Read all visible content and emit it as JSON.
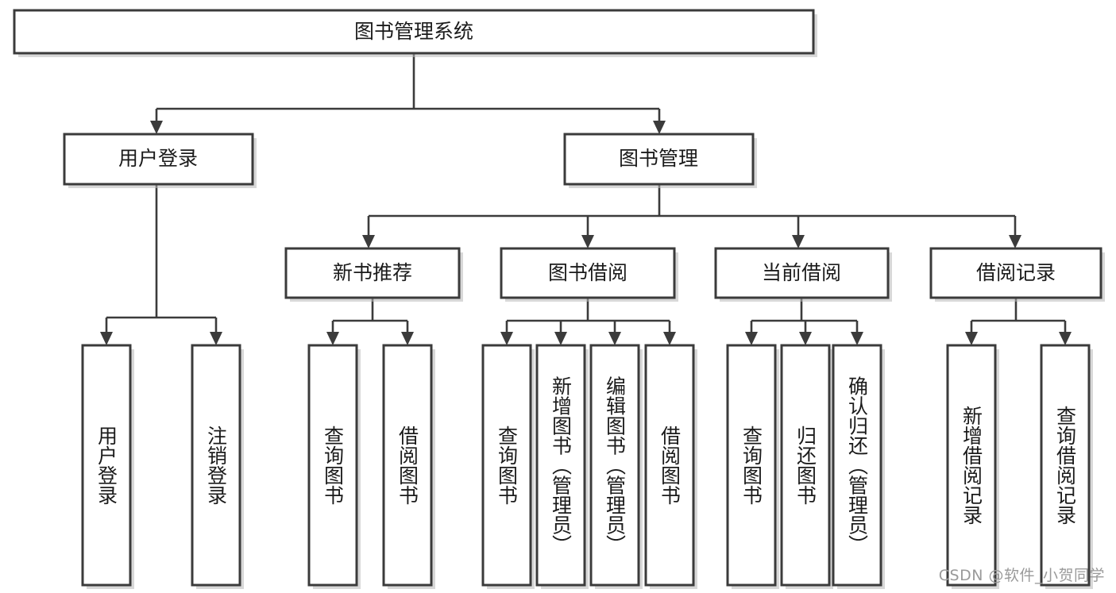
{
  "diagram": {
    "type": "tree",
    "title": "图书管理系统",
    "watermark": "CSDN @软件_小贺同学",
    "accent_color": "#3b3b3b",
    "background_color": "#ffffff",
    "nodes": {
      "root": {
        "label": "图书管理系统"
      },
      "level2": [
        {
          "id": "user-login",
          "label": "用户登录"
        },
        {
          "id": "book-manage",
          "label": "图书管理"
        }
      ],
      "level3": [
        {
          "id": "new-book-rec",
          "label": "新书推荐",
          "parent": "book-manage"
        },
        {
          "id": "book-borrow",
          "label": "图书借阅",
          "parent": "book-manage"
        },
        {
          "id": "current-borrow",
          "label": "当前借阅",
          "parent": "book-manage"
        },
        {
          "id": "borrow-record",
          "label": "借阅记录",
          "parent": "book-manage"
        }
      ],
      "leaves": [
        {
          "id": "leaf-user-login",
          "label": "用户登录",
          "parent": "user-login"
        },
        {
          "id": "leaf-user-logout",
          "label": "注销登录",
          "parent": "user-login"
        },
        {
          "id": "leaf-query-book-1",
          "label": "查询图书",
          "parent": "new-book-rec"
        },
        {
          "id": "leaf-borrow-book-1",
          "label": "借阅图书",
          "parent": "new-book-rec"
        },
        {
          "id": "leaf-query-book-2",
          "label": "查询图书",
          "parent": "book-borrow"
        },
        {
          "id": "leaf-add-book",
          "label": "新增图书（管理员）",
          "parent": "book-borrow"
        },
        {
          "id": "leaf-edit-book",
          "label": "编辑图书（管理员）",
          "parent": "book-borrow"
        },
        {
          "id": "leaf-borrow-book-2",
          "label": "借阅图书",
          "parent": "book-borrow"
        },
        {
          "id": "leaf-query-book-3",
          "label": "查询图书",
          "parent": "current-borrow"
        },
        {
          "id": "leaf-return-book",
          "label": "归还图书",
          "parent": "current-borrow"
        },
        {
          "id": "leaf-confirm-return",
          "label": "确认归还（管理员）",
          "parent": "current-borrow"
        },
        {
          "id": "leaf-add-record",
          "label": "新增借阅记录",
          "parent": "borrow-record"
        },
        {
          "id": "leaf-query-record",
          "label": "查询借阅记录",
          "parent": "borrow-record"
        }
      ]
    }
  }
}
